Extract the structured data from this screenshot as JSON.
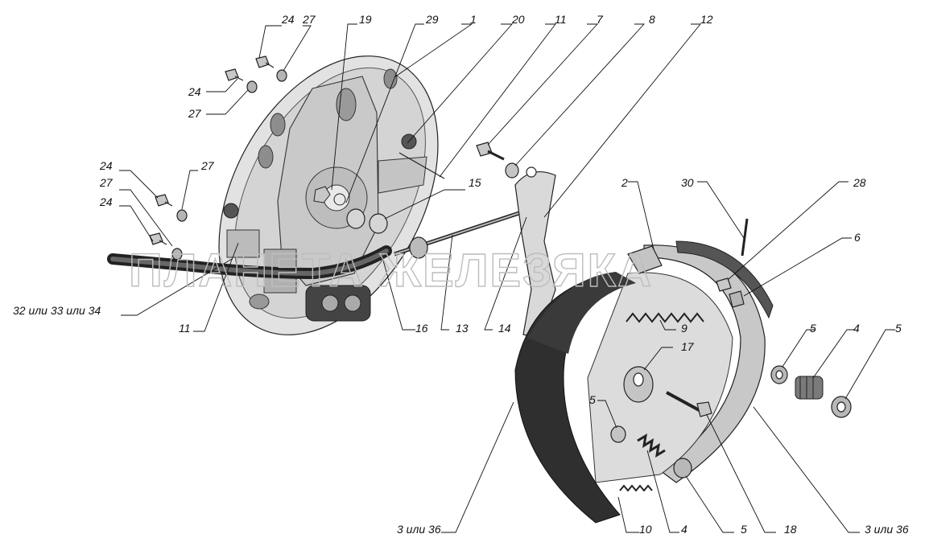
{
  "watermark": "ПЛАНЕТА ЖЕЛЕЗЯКА",
  "labels": {
    "l1": "1",
    "l2": "2",
    "l3a": "3 или 36",
    "l3b": "3  или 36",
    "l4a": "4",
    "l4b": "4",
    "l5a": "5",
    "l5b": "5",
    "l5c": "5",
    "l5d": "5",
    "l6": "6",
    "l7": "7",
    "l8": "8",
    "l9": "9",
    "l10": "10",
    "l11a": "11",
    "l11b": "11",
    "l12": "12",
    "l13": "13",
    "l14": "14",
    "l15": "15",
    "l16": "16",
    "l17": "17",
    "l18": "18",
    "l19": "19",
    "l20": "20",
    "l24a": "24",
    "l24b": "24",
    "l24c": "24",
    "l24d": "24",
    "l27a": "27",
    "l27b": "27",
    "l27c": "27",
    "l27d": "27",
    "l28": "28",
    "l29": "29",
    "l30": "30",
    "l32": "32 или 33 или 34"
  }
}
